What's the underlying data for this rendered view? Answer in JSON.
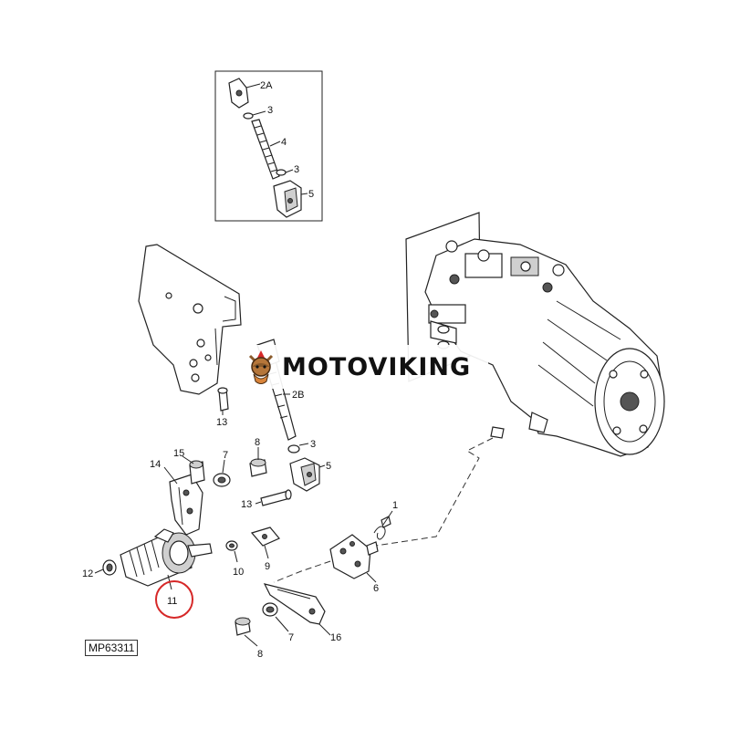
{
  "diagram": {
    "reference_code": "MP63311",
    "watermark_text": "MOTOVIKING",
    "highlight_color": "#d62828",
    "callouts": {
      "inset_2a": "2A",
      "inset_3_top": "3",
      "inset_4": "4",
      "inset_3_bottom": "3",
      "inset_5": "5",
      "c_2b": "2B",
      "c_13_upper": "13",
      "c_3": "3",
      "c_5": "5",
      "c_15": "15",
      "c_14": "14",
      "c_7_upper": "7",
      "c_8_upper": "8",
      "c_13_lower": "13",
      "c_1": "1",
      "c_12": "12",
      "c_10": "10",
      "c_9": "9",
      "c_11": "11",
      "c_6": "6",
      "c_7_lower": "7",
      "c_16": "16",
      "c_8_lower": "8"
    }
  }
}
